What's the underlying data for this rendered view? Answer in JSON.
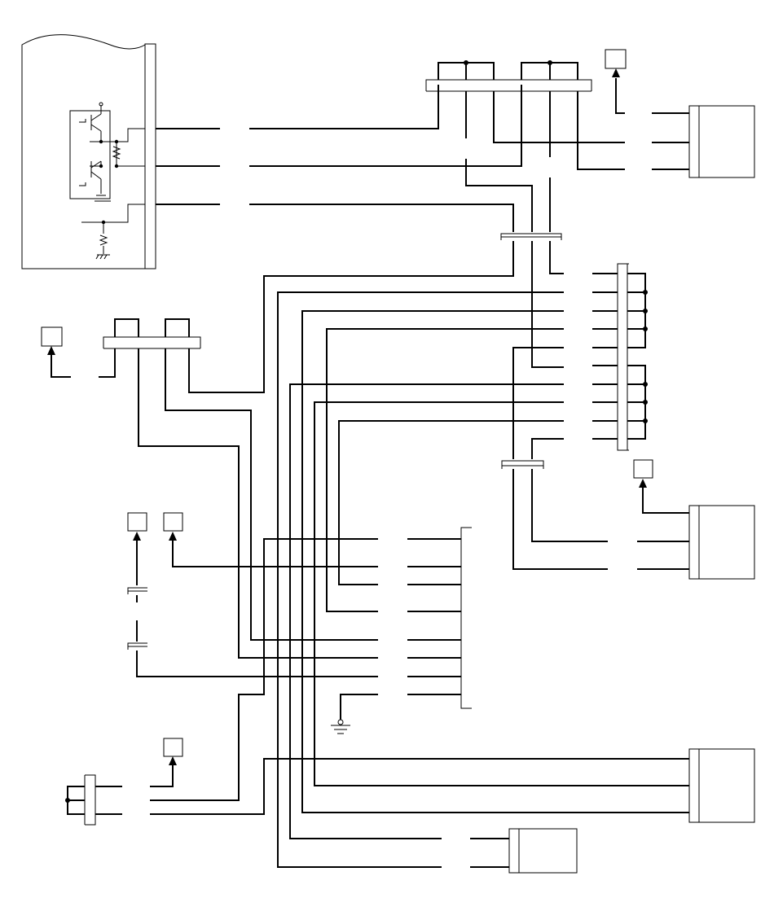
{
  "diagram": {
    "type": "wiring-schematic",
    "labels": [],
    "line_color": "#000000",
    "background": "#ffffff",
    "elements": {
      "control_module": "control-module",
      "splice_connectors": 5,
      "terminal_blocks": 2,
      "inline_connectors": 3,
      "component_boxes": 5,
      "ground_points": 1,
      "reference_squares": 6
    }
  }
}
